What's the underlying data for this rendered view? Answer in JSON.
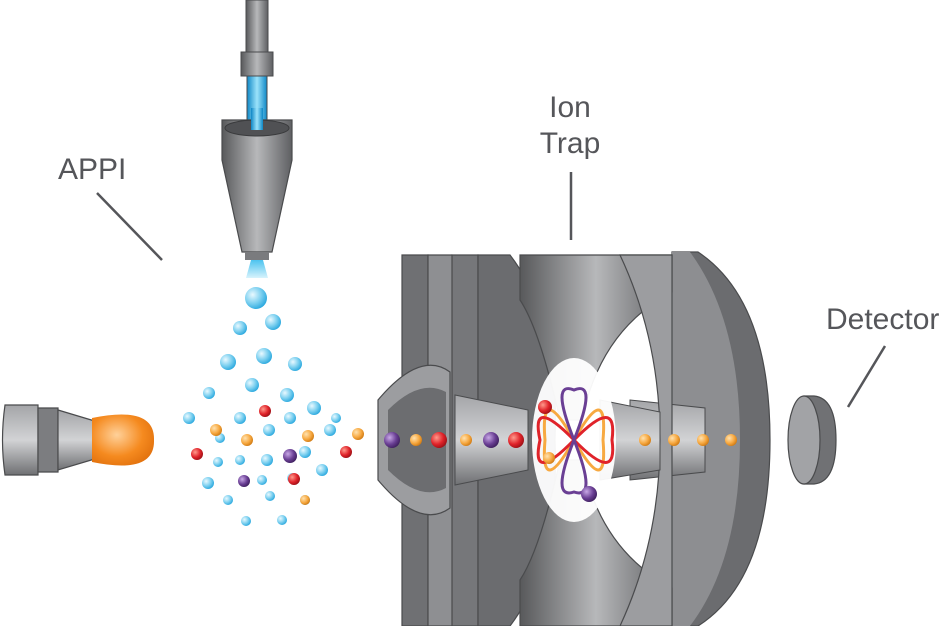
{
  "labels": {
    "appi": "APPI",
    "ion_trap_line1": "Ion",
    "ion_trap_line2": "Trap",
    "detector": "Detector"
  },
  "colors": {
    "metal_dark": "#6d6e71",
    "metal_mid": "#8a8b8e",
    "metal_light": "#b3b4b6",
    "droplet": "#7fcfee",
    "ion_red": "#e0232a",
    "ion_purple": "#6a3f94",
    "ion_orange": "#f7a941",
    "lamp_glow": "#f58a1f",
    "liquid": "#29b6ea"
  }
}
